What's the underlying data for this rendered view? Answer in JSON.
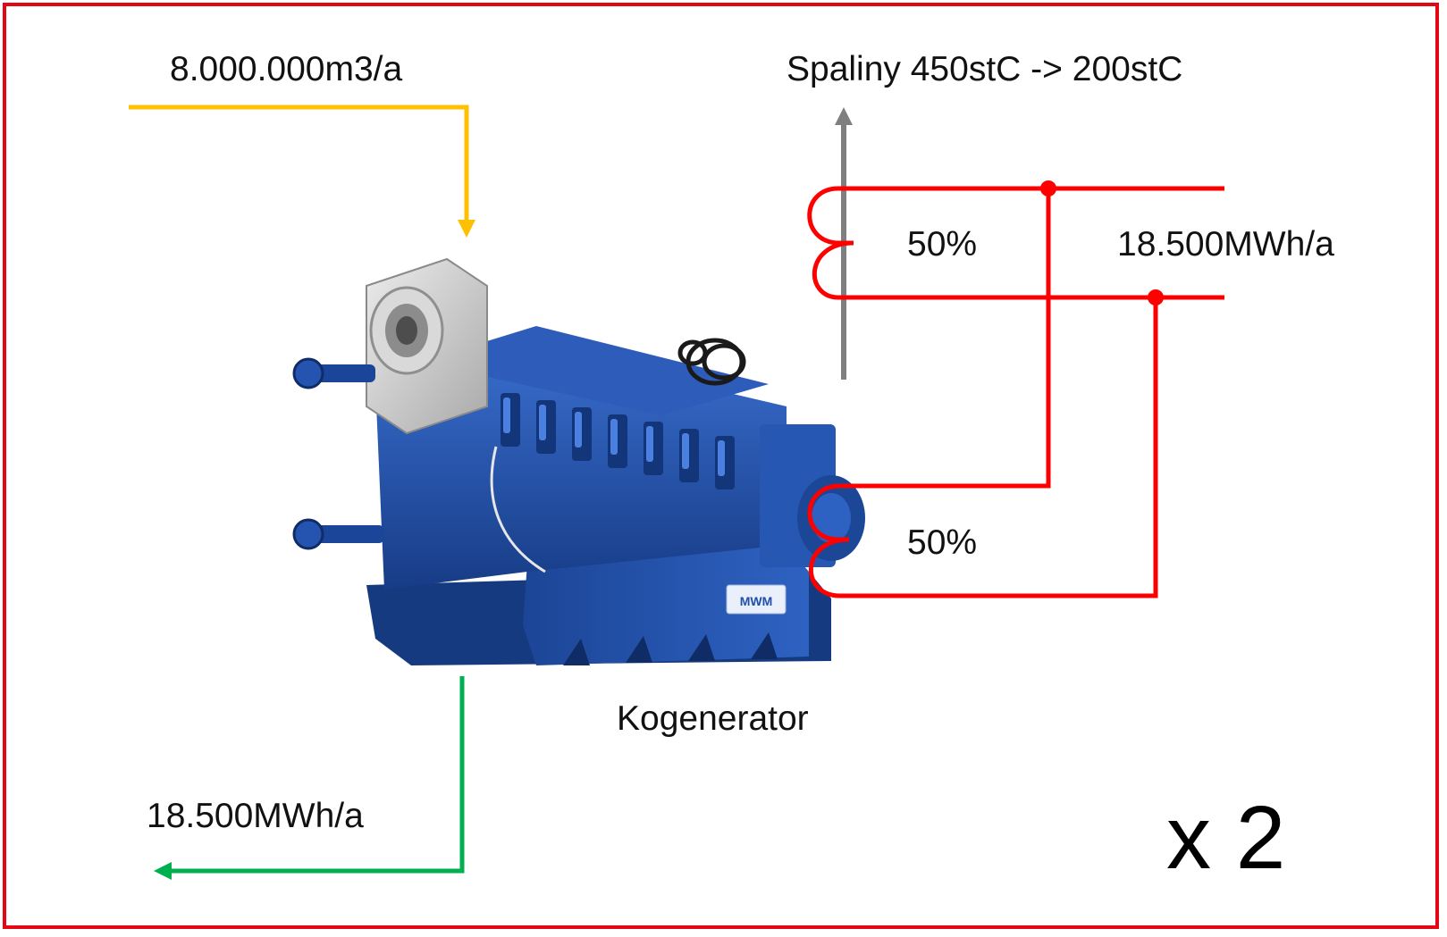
{
  "labels": {
    "gas_input": "8.000.000m3/a",
    "exhaust": "Spaliny 450stC -> 200stC",
    "percent_top": "50%",
    "heat_output": "18.500MWh/a",
    "percent_bottom": "50%",
    "unit_name": "Kogenerator",
    "electric_output": "18.500MWh/a",
    "multiplier": "x 2"
  },
  "image": {
    "logo_text": "MWM"
  },
  "colors": {
    "frame": "#e30613",
    "gas_line": "#ffc000",
    "exhaust_arrow": "#7f7f7f",
    "heat_line": "#ff0000",
    "electric_line": "#00b050",
    "engine_blue": "#1f4fa8"
  }
}
